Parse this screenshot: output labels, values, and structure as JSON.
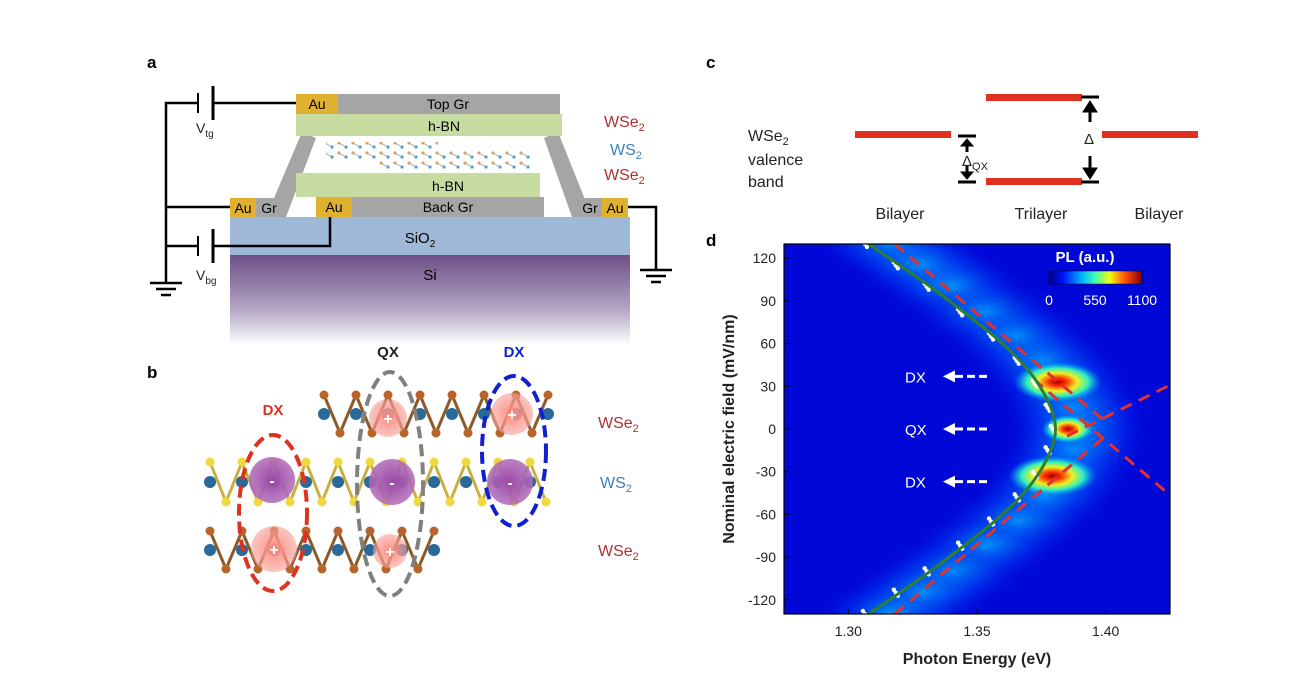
{
  "panels": {
    "a": "a",
    "b": "b",
    "c": "c",
    "d": "d"
  },
  "panel_a": {
    "top_au": "Au",
    "top_gr": "Top Gr",
    "hbn_top": "h-BN",
    "hbn_bottom": "h-BN",
    "left_au": "Au",
    "left_gr": "Gr",
    "back_au": "Au",
    "back_gr": "Back Gr",
    "right_gr": "Gr",
    "right_au": "Au",
    "sio2": "SiO",
    "sio2_sub": "2",
    "si": "Si",
    "vtg": "V",
    "vtg_sub": "tg",
    "vbg": "V",
    "vbg_sub": "bg",
    "layer_top": "WSe",
    "layer_top_sub": "2",
    "layer_mid": "WS",
    "layer_mid_sub": "2",
    "layer_bot": "WSe",
    "layer_bot_sub": "2"
  },
  "panel_b": {
    "dx_left": "DX",
    "qx": "QX",
    "dx_right": "DX",
    "layer_top": "WSe",
    "layer_top_sub": "2",
    "layer_mid": "WS",
    "layer_mid_sub": "2",
    "layer_bot": "WSe",
    "layer_bot_sub": "2",
    "plus": "+",
    "minus": "-"
  },
  "panel_c": {
    "band_line1": "WSe",
    "band_line1_sub": "2",
    "band_line2": "valence",
    "band_line3": "band",
    "bilayer_left": "Bilayer",
    "trilayer": "Trilayer",
    "bilayer_right": "Bilayer",
    "delta_qx": "Δ",
    "delta_qx_sub": "QX",
    "delta": "Δ"
  },
  "chart_data": {
    "type": "heatmap",
    "xlabel": "Photon Energy (eV)",
    "ylabel": "Nominal electric field (mV/nm)",
    "xlim": [
      1.275,
      1.425
    ],
    "ylim": [
      -130,
      130
    ],
    "xticks": [
      "1.30",
      "1.35",
      "1.40"
    ],
    "yticks": [
      "120",
      "90",
      "60",
      "30",
      "0",
      "-30",
      "-60",
      "-90",
      "-120"
    ],
    "colorbar": {
      "title": "PL (a.u.)",
      "ticks": [
        "0",
        "550",
        "1100"
      ],
      "range": [
        0,
        1100
      ]
    },
    "annotations": [
      {
        "text": "DX",
        "field": 37
      },
      {
        "text": "QX",
        "field": 0
      },
      {
        "text": "DX",
        "field": -37
      }
    ],
    "peak_trace": [
      [
        1.308,
        130
      ],
      [
        1.32,
        115
      ],
      [
        1.332,
        100
      ],
      [
        1.345,
        82
      ],
      [
        1.357,
        65
      ],
      [
        1.367,
        48
      ],
      [
        1.374,
        32
      ],
      [
        1.379,
        15
      ],
      [
        1.381,
        0
      ],
      [
        1.379,
        -15
      ],
      [
        1.374,
        -32
      ],
      [
        1.367,
        -48
      ],
      [
        1.357,
        -65
      ],
      [
        1.345,
        -82
      ],
      [
        1.332,
        -100
      ],
      [
        1.32,
        -115
      ],
      [
        1.308,
        -130
      ]
    ],
    "dashed_fits": [
      {
        "from": [
          1.318,
          130
        ],
        "to": [
          1.4,
          5
        ]
      },
      {
        "from": [
          1.318,
          -130
        ],
        "to": [
          1.4,
          -5
        ]
      },
      {
        "from": [
          1.372,
          35
        ],
        "to": [
          1.424,
          -45
        ]
      },
      {
        "from": [
          1.385,
          -5
        ],
        "to": [
          1.424,
          30
        ]
      }
    ],
    "grid": false
  }
}
